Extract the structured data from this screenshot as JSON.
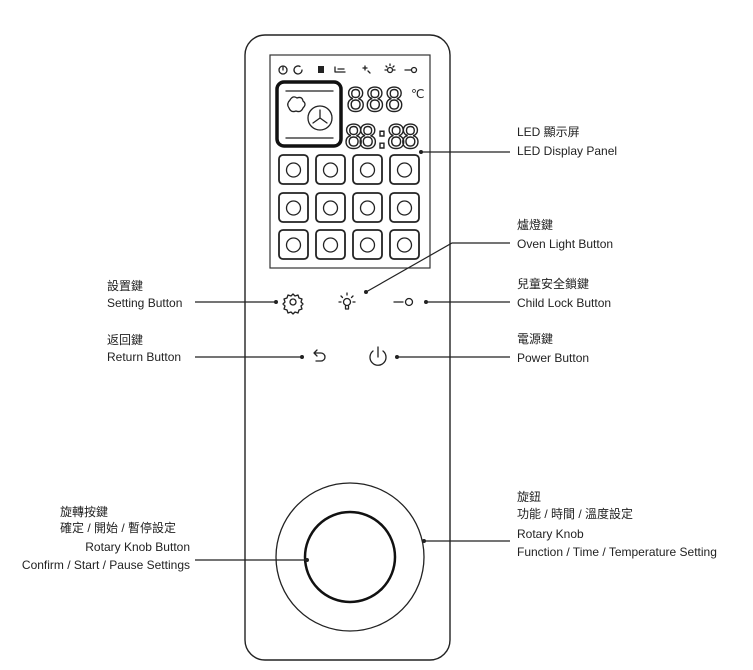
{
  "display": {
    "temp_digits": "888",
    "temp_unit": "℃",
    "time_digits": "88:88"
  },
  "labels": {
    "led_panel": {
      "zh": "LED 顯示屏",
      "en": "LED Display Panel"
    },
    "oven_light": {
      "zh": "爐燈鍵",
      "en": "Oven Light Button"
    },
    "setting": {
      "zh": "設置鍵",
      "en": "Setting Button"
    },
    "child_lock": {
      "zh": "兒童安全鎖鍵",
      "en": "Child Lock Button"
    },
    "return": {
      "zh": "返回鍵",
      "en": "Return Button"
    },
    "power": {
      "zh": "電源鍵",
      "en": "Power Button"
    },
    "knob_button": {
      "zh1": "旋轉按鍵",
      "zh2": "確定 / 開始 / 暫停設定",
      "en1": "Rotary Knob Button",
      "en2": "Confirm / Start / Pause Settings"
    },
    "knob": {
      "zh1": "旋鈕",
      "zh2": "功能 / 時間 / 溫度設定",
      "en1": "Rotary Knob",
      "en2": "Function / Time / Temperature Setting"
    }
  },
  "colors": {
    "line": "#222222",
    "background": "#ffffff"
  }
}
